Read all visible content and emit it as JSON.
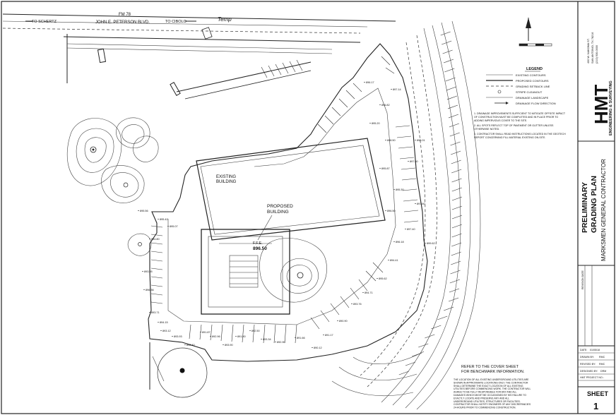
{
  "plan": {
    "road_label_fm": "FM 78",
    "road_label_blvd": "JOHN E. PETERSON BLVD.",
    "to_schertz": "TO SCHERTZ",
    "to_cibolo": "TO CIBOLO",
    "temp_label": "Temp",
    "existing_building": "EXISTING\nBUILDING",
    "proposed_building": "PROPOSED\nBUILDING",
    "ffe_label": "F.F.E.",
    "ffe_value": "896.50",
    "benchmark_note": "REFER TO THE COVER SHEET\nFOR BENCHMARK INFORMATION."
  },
  "legend": {
    "title": "LEGEND",
    "rows": [
      "EXISTING CONTOURS",
      "PROPOSED CONTOURS",
      "GRADING SETBACK LINE",
      "STRIPE CLEANOUT",
      "DRAINAGE LANDSCAPE",
      "DRAINAGE FLOW DIRECTION"
    ]
  },
  "notes": [
    "1. DRAINAGE IMPROVEMENTS SUFFICIENT TO MITIGATE OFFSITE IMPACT",
    "   OF CONSTRUCTION MUST BE COMPLETED AND IN PLACE PRIOR TO",
    "   ADDING IMPERVIOUS COVER TO THE SITE.",
    "2. ALL SPOTS REFLECT TOP OF PAVEMENT OR GUTTER UNLESS",
    "   OTHERWISE NOTED.",
    "3. CONTRACTOR SHALL READ INSTRUCTIONS LOCATED IN THE GEOTECH",
    "   REPORT CONCERNING FILL MATERIAL EXISTING ON-SITE."
  ],
  "utility_note": [
    "THE LOCATION OF ALL EXISTING UNDERGROUND UTILITIES ARE",
    "SHOWN IN APPROXIMATE LOCATIONS ONLY. THE CONTRACTOR",
    "SHALL DETERMINE THE EXACT LOCATION OF ALL EXISTING",
    "UTILITIES BEFORE COMMENCING WORK. THE CONTRACTOR WILL",
    "AGREE TO BE FULLY RESPONSIBLE FOR ANY AND ALL",
    "DAMAGES WHICH MIGHT BE OCCASIONED BY HIS FAILURE TO",
    "EXACTLY LOCATE AND PRESERVE ANY AND ALL",
    "UNDERGROUND UTILITIES, STRUCTURES OR FACILITIES.",
    "CONTRACTOR SHALL NOTIFY ENGINEER OF ANY DISCREPANCIES",
    "24-HOURS PRIOR TO COMMENCING CONSTRUCTION."
  ],
  "title_block": {
    "company": "HMT",
    "company_sub": "ENGINEERING & SURVEYING",
    "address": [
      "400 W. NAKOMA ST.",
      "SAN ANTONIO, TX 78216",
      "(210) 930-0000"
    ],
    "title_line1": "PRELIMINARY",
    "title_line2": "GRADING PLAN",
    "client": "MARKSMEN GENERAL CONTRACTOR",
    "revision_label": "REVISION DATE",
    "fields": [
      {
        "label": "DATE:",
        "value": "01/05/18"
      },
      {
        "label": "DRAWN BY:",
        "value": "RMC"
      },
      {
        "label": "REVISED BY:",
        "value": "RMC"
      },
      {
        "label": "DESIGNED BY:",
        "value": "DRM"
      },
      {
        "label": "HMT PROJECT NO.:",
        "value": ""
      }
    ],
    "sheet_label": "SHEET",
    "sheet_number": "1"
  },
  "spot_elevations": [
    "895.56",
    "895.42",
    "894.80",
    "895.07",
    "893.55",
    "896.36",
    "893.71",
    "894.15",
    "893.12",
    "893.93",
    "892.40",
    "891.87",
    "892.96",
    "893.90",
    "891.80",
    "892.50",
    "893.34",
    "892.90",
    "891.66",
    "890.12",
    "891.17",
    "890.90",
    "893.76",
    "894.71",
    "895.62",
    "894.41",
    "896.18",
    "897.40",
    "896.50",
    "897.60",
    "895.30",
    "895.87",
    "897.60",
    "898.50",
    "895.20",
    "896.82",
    "897.14",
    "896.17",
    "898.01",
    "899.62"
  ],
  "colors": {
    "ink": "#222222",
    "paper": "#ffffff"
  }
}
